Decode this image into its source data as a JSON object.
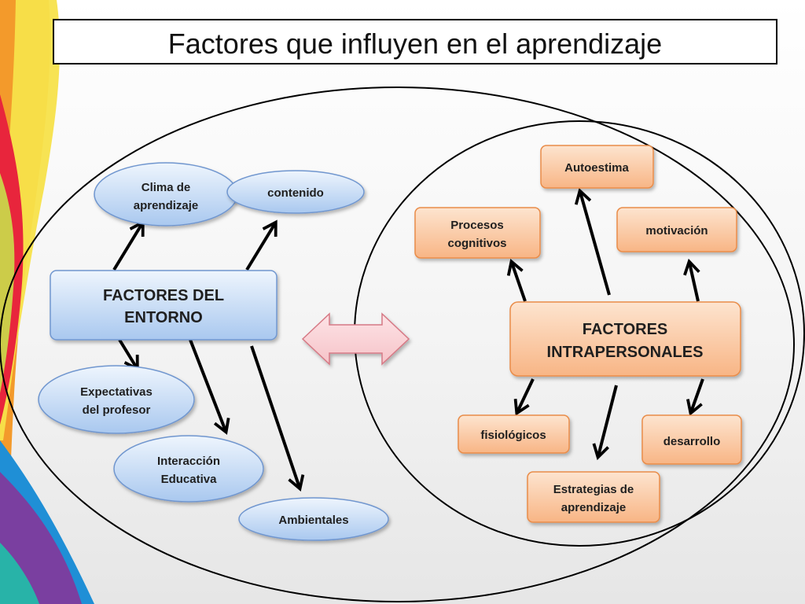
{
  "title": "Factores que  influyen en el aprendizaje",
  "colors": {
    "blue_node_light": "#eef5fd",
    "blue_node_dark": "#a9c8ef",
    "blue_node_border": "#6f96cf",
    "orange_node_light": "#fde4cf",
    "orange_node_dark": "#f8b585",
    "orange_node_border": "#e98c48",
    "center_arrow_fill": "#f6c3c8",
    "center_arrow_border": "#d67985"
  },
  "entorno": {
    "main": [
      "FACTORES DEL",
      "ENTORNO"
    ],
    "clima": [
      "Clima de",
      "aprendizaje"
    ],
    "contenido": "contenido",
    "expectativas": [
      "Expectativas",
      "del profesor"
    ],
    "interaccion": [
      "Interacción",
      "Educativa"
    ],
    "ambientales": "Ambientales"
  },
  "intrapersonales": {
    "main": [
      "FACTORES",
      "INTRAPERSONALES"
    ],
    "autoestima": "Autoestima",
    "procesos": [
      "Procesos",
      "cognitivos"
    ],
    "motivacion": "motivación",
    "fisiologicos": "fisiológicos",
    "desarrollo": "desarrollo",
    "estrategias": [
      "Estrategias de",
      "aprendizaje"
    ]
  }
}
